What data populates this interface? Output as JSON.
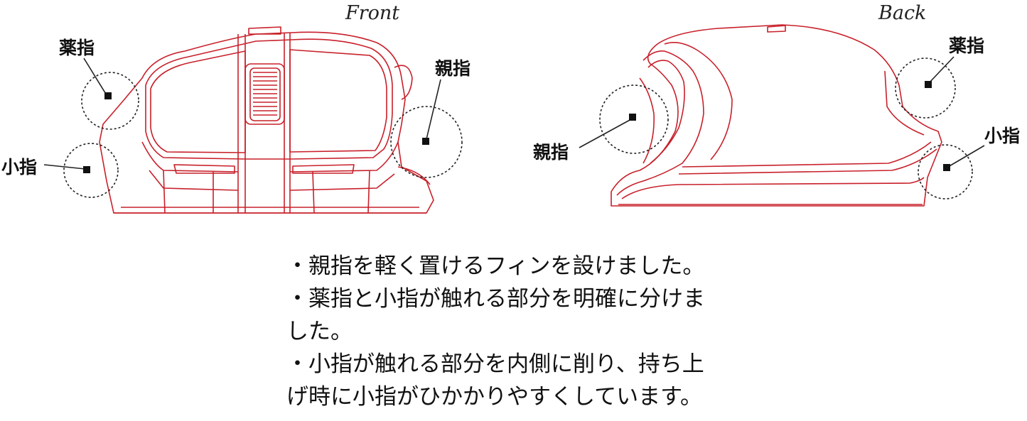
{
  "views": {
    "front": {
      "title": "Front",
      "labels": {
        "ring": "薬指",
        "thumb": "親指",
        "pinky": "小指"
      }
    },
    "back": {
      "title": "Back",
      "labels": {
        "ring": "薬指",
        "thumb": "親指",
        "pinky": "小指"
      }
    }
  },
  "description": {
    "lines": [
      "・親指を軽く置けるフィンを設けました。",
      "・薬指と小指が触れる部分を明確に分けま",
      "した。",
      "・小指が触れる部分を内側に削り、持ち上",
      "げ時に小指がひかかりやすくしています。"
    ]
  },
  "colors": {
    "outline": "#c8202a",
    "callout": "#222222"
  }
}
